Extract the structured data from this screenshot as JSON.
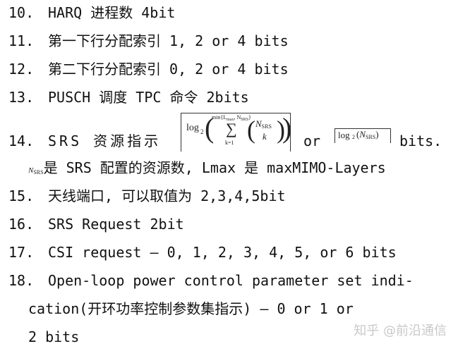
{
  "items": [
    {
      "num": "10.",
      "text": "HARQ 进程数 4bit"
    },
    {
      "num": "11.",
      "text": "第一下行分配索引 1, 2 or 4 bits"
    },
    {
      "num": "12.",
      "text": "第二下行分配索引 0, 2 or 4 bits"
    },
    {
      "num": "13.",
      "text": "PUSCH 调度 TPC 命令 2bits"
    },
    {
      "num": "14.",
      "text": "SRS 资源指示",
      "or_label": "or",
      "suffix": "bits."
    },
    {
      "num": "15.",
      "text": "天线端口, 可以取值为 2,3,4,5bit"
    },
    {
      "num": "16.",
      "text": "SRS Request 2bit"
    },
    {
      "num": "17.",
      "text": "CSI request – 0, 1, 2, 3, 4, 5, or 6 bits"
    },
    {
      "num": "18.",
      "text": "Open-loop power control parameter set indi-"
    }
  ],
  "item14_note": {
    "symbol": "N",
    "symbol_sub": "SRS",
    "text": "是 SRS 配置的资源数, Lmax 是 maxMIMO-Layers"
  },
  "item18_cont": [
    "cation(开环功率控制参数集指示) – 0 or 1 or",
    "2 bits"
  ],
  "formula1": {
    "log": "log",
    "base": "2",
    "upper_limit": "min{L",
    "upper_limit_sub1": "max",
    "upper_limit_mid": ", N",
    "upper_limit_sub2": "SRS",
    "upper_limit_end": "}",
    "sigma": "∑",
    "lower_limit": "k=1",
    "binom_top": "N",
    "binom_top_sub": "SRS",
    "binom_bottom": "k"
  },
  "formula2": {
    "log": "log",
    "base": "2",
    "arg": "N",
    "arg_sub": "SRS"
  },
  "watermark": "知乎 @前沿通信"
}
